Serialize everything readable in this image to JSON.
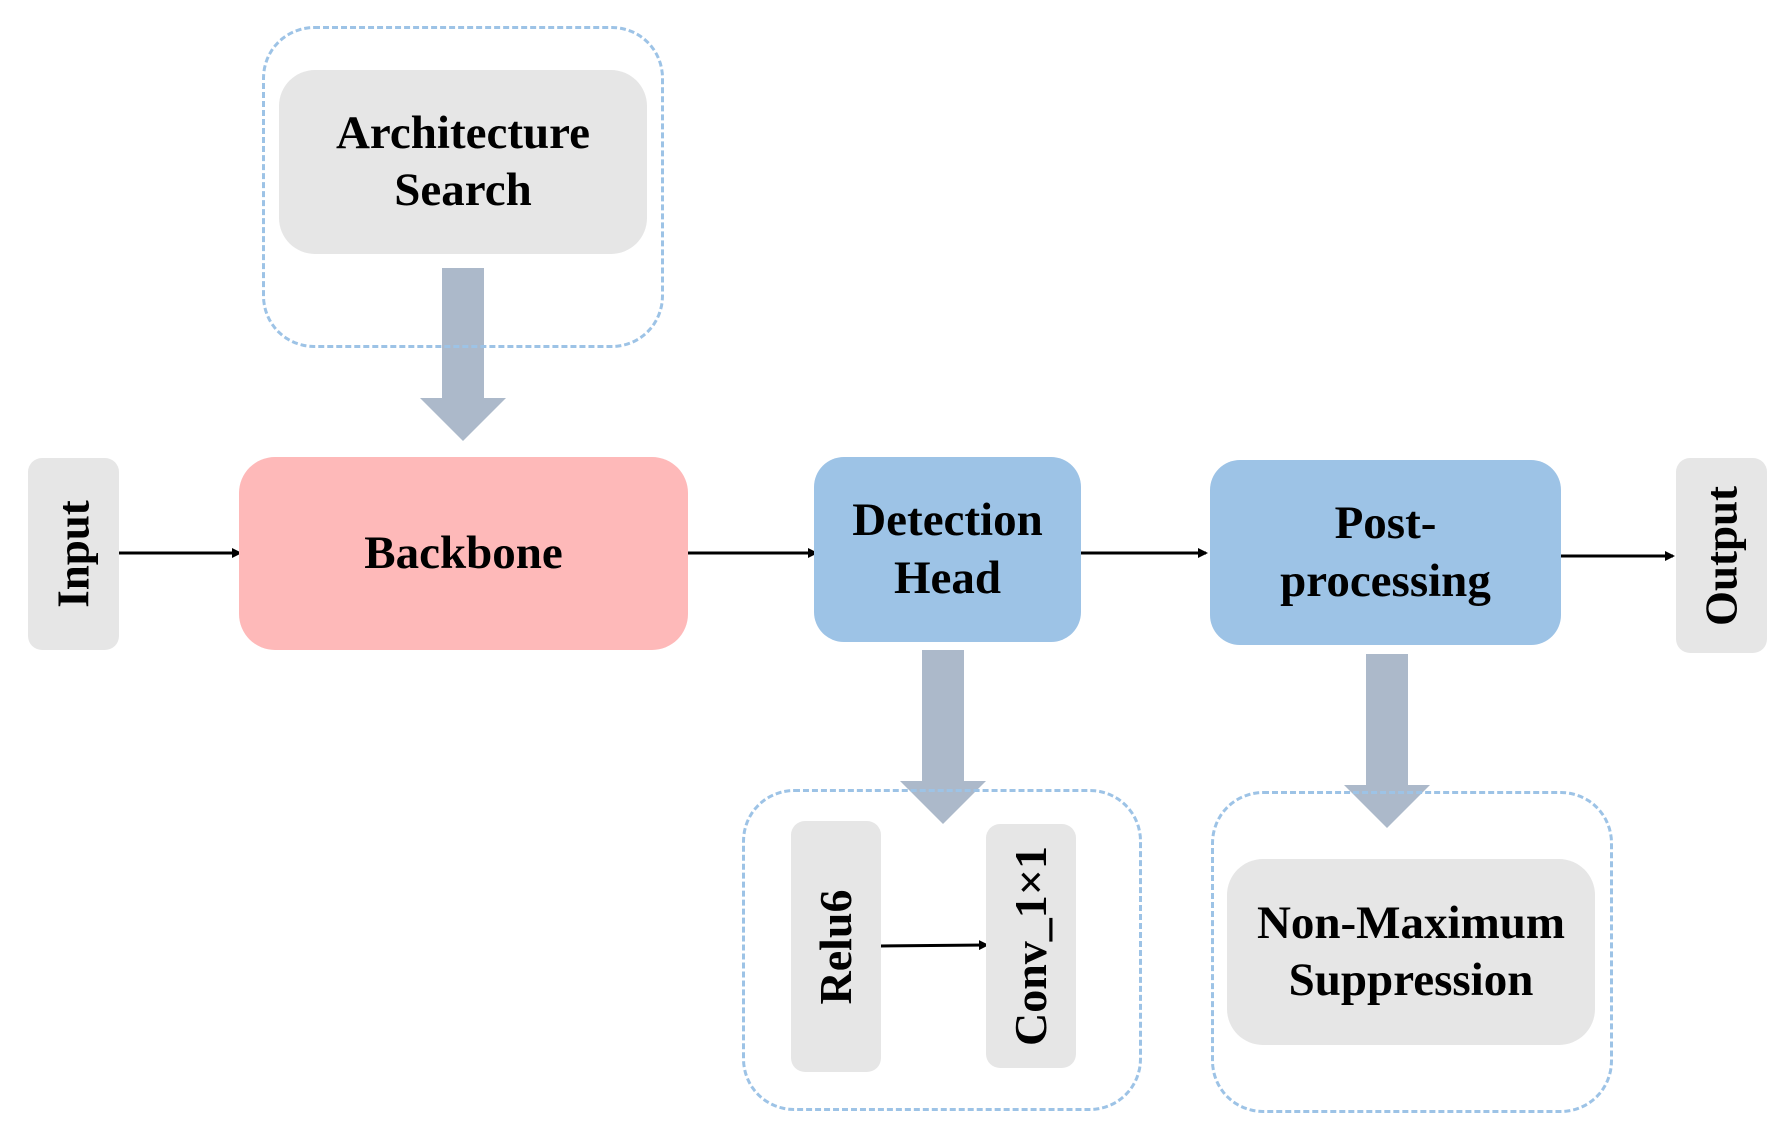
{
  "diagram": {
    "nodes": {
      "architecture_search": {
        "line1": "Architecture",
        "line2": "Search"
      },
      "input": "Input",
      "backbone": "Backbone",
      "detection_head": {
        "line1": "Detection",
        "line2": "Head"
      },
      "post_processing": {
        "line1": "Post-",
        "line2": "processing"
      },
      "output": "Output",
      "relu6": "Relu6",
      "conv": "Conv_1×1",
      "nms": {
        "line1": "Non-Maximum",
        "line2": "Suppression"
      }
    },
    "colors": {
      "grey_box": "#e6e6e6",
      "backbone": "#feb9b9",
      "blue_box": "#9dc3e6",
      "dashed_border": "#9dc3e6",
      "block_arrow": "#acb9ca",
      "line_arrow": "#000000"
    }
  }
}
